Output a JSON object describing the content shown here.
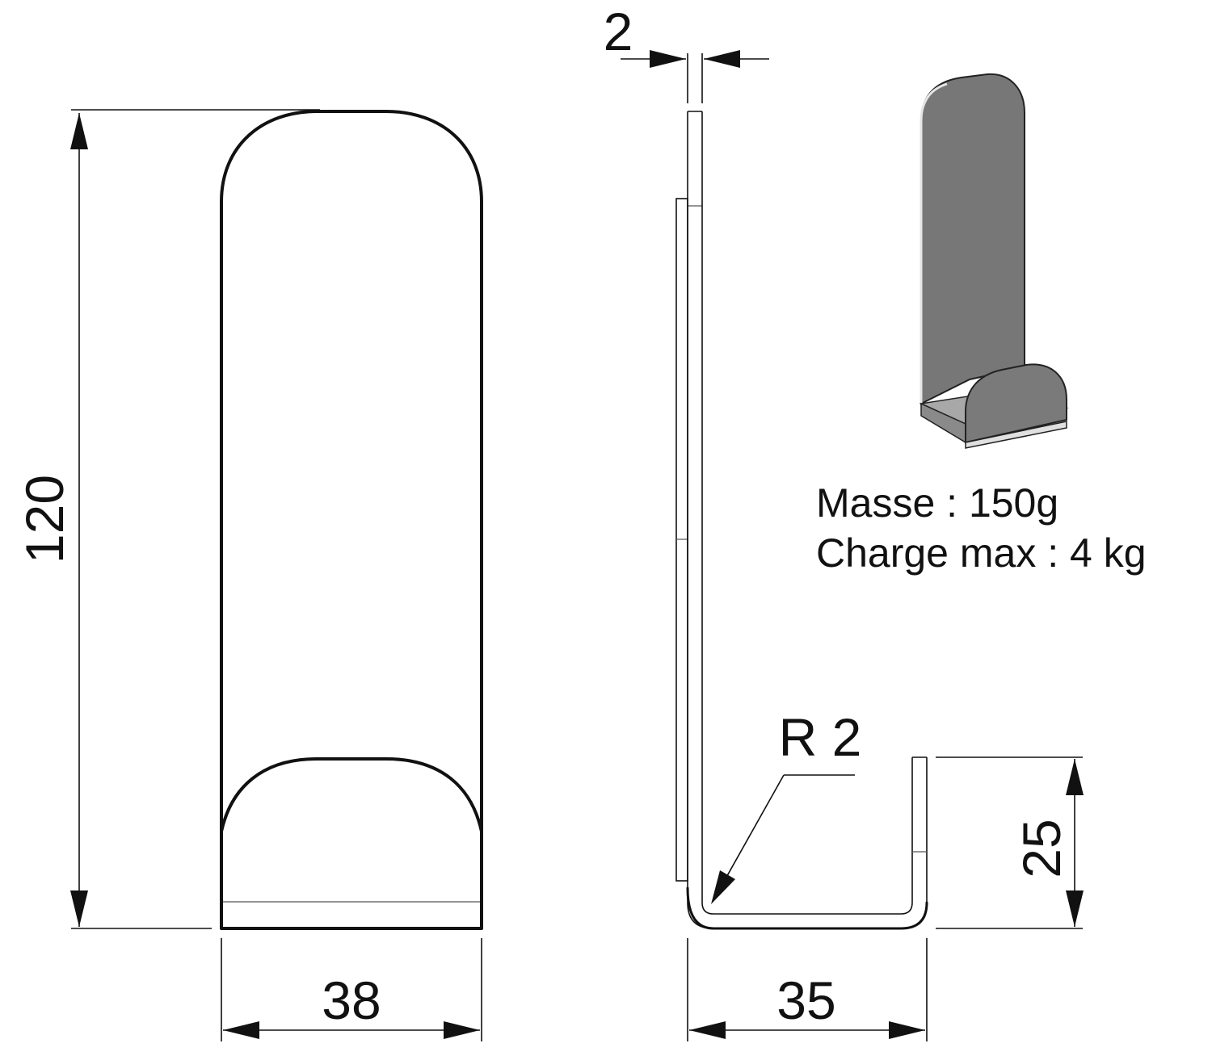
{
  "dimensions": {
    "height": "120",
    "front_width": "38",
    "thickness": "2",
    "bend_radius": "R 2",
    "depth": "35",
    "lip_height": "25"
  },
  "specs": {
    "mass": "Masse : 150g",
    "max_load": "Charge max : 4 kg"
  },
  "colors": {
    "line": "#111111",
    "render_fill": "#777777",
    "render_edge": "#d9d9d9"
  }
}
